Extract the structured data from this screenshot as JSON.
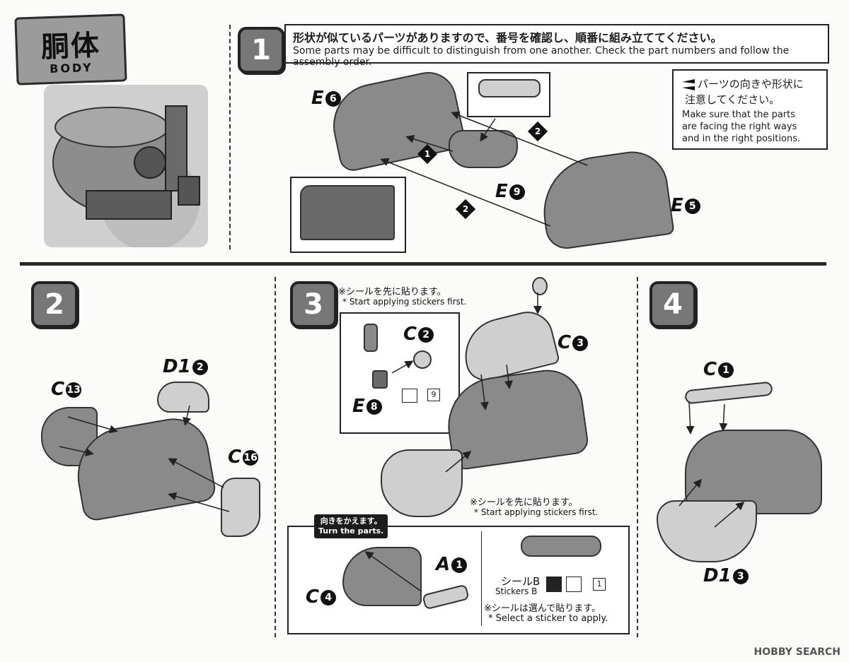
{
  "header": {
    "title_jp": "胴体",
    "title_en": "BODY"
  },
  "step1": {
    "number": "1",
    "instruction_jp": "形状が似ているパーツがありますので、番号を確認し、順番に組み立ててください。",
    "instruction_en": "Some parts may be difficult to distinguish from one another. Check the part numbers and follow the assembly order.",
    "note_jp_line1": "パーツの向きや形状に",
    "note_jp_line2": "注意してください。",
    "note_en_line1": "Make sure that the parts",
    "note_en_line2": "are facing the right ways",
    "note_en_line3": "and in the right positions.",
    "parts": [
      {
        "letter": "E",
        "number": "6"
      },
      {
        "letter": "E",
        "number": "9"
      },
      {
        "letter": "E",
        "number": "5"
      }
    ],
    "order_marks": [
      "1",
      "2",
      "2"
    ]
  },
  "step2": {
    "number": "2",
    "parts": [
      {
        "letter": "D1",
        "number": "2"
      },
      {
        "letter": "C",
        "number": "13"
      },
      {
        "letter": "C",
        "number": "16"
      }
    ]
  },
  "step3": {
    "number": "3",
    "sticker_note_jp": "※シールを先に貼ります。",
    "sticker_note_en": "* Start applying stickers first.",
    "sticker_note2_jp": "※シールを先に貼ります。",
    "sticker_note2_en": "* Start applying stickers first.",
    "turn_jp": "向きをかえます。",
    "turn_en": "Turn the parts.",
    "sticker_b_jp": "シールB",
    "sticker_b_en": "Stickers B",
    "sticker_select_jp": "※シールは選んで貼ります。",
    "sticker_select_en": "* Select a sticker to apply.",
    "sticker_number_1": "9",
    "sticker_number_2": "1",
    "parts": [
      {
        "letter": "C",
        "number": "2"
      },
      {
        "letter": "C",
        "number": "3"
      },
      {
        "letter": "E",
        "number": "8"
      },
      {
        "letter": "A",
        "number": "1"
      },
      {
        "letter": "C",
        "number": "4"
      }
    ]
  },
  "step4": {
    "number": "4",
    "parts": [
      {
        "letter": "C",
        "number": "1"
      },
      {
        "letter": "D1",
        "number": "3"
      }
    ]
  },
  "watermark": "HOBBY SEARCH"
}
